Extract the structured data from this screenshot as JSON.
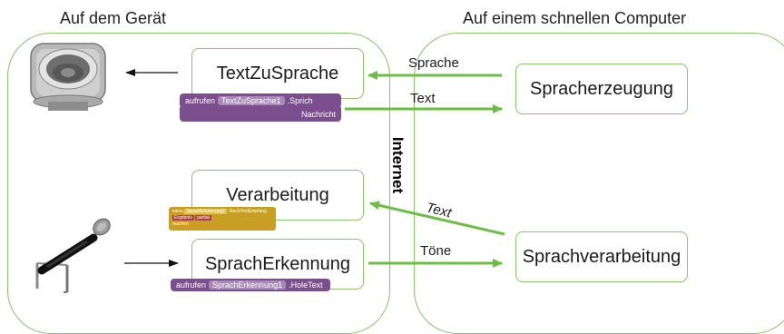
{
  "headings": {
    "device": "Auf dem Gerät",
    "computer": "Auf einem schnellen Computer"
  },
  "internet_label": "Internet",
  "boxes": {
    "tts": "TextZuSprache",
    "processing": "Verarbeitung",
    "recognition": "SprachErkennung",
    "speech_gen": "Spracherzeugung",
    "speech_proc": "Sprachverarbeitung"
  },
  "arrows": {
    "sprache": "Sprache",
    "text_out": "Text",
    "text_in": "Text",
    "toene": "Töne"
  },
  "blocks": {
    "tts_call": {
      "verb": "aufrufen",
      "component": "TextZuSprache1",
      "method": ".Sprich",
      "param": "Nachricht"
    },
    "recog_call": {
      "verb": "aufrufen",
      "component": "SprachErkennung1",
      "method": ".HoleText"
    },
    "event": {
      "line1_a": "wenn",
      "line1_b": "SprachErkennung1",
      "line1_c": ".NachTextEmpfang",
      "line2_a": "Ergebnis",
      "line2_b": "partial",
      "line3": "machen"
    }
  },
  "colors": {
    "region_border": "#8bc26a",
    "arrow_green": "#6cbf45",
    "block_purple": "#7b4f8d",
    "block_gold": "#c8a021"
  },
  "icons": [
    "speaker-icon",
    "microphone-icon"
  ]
}
